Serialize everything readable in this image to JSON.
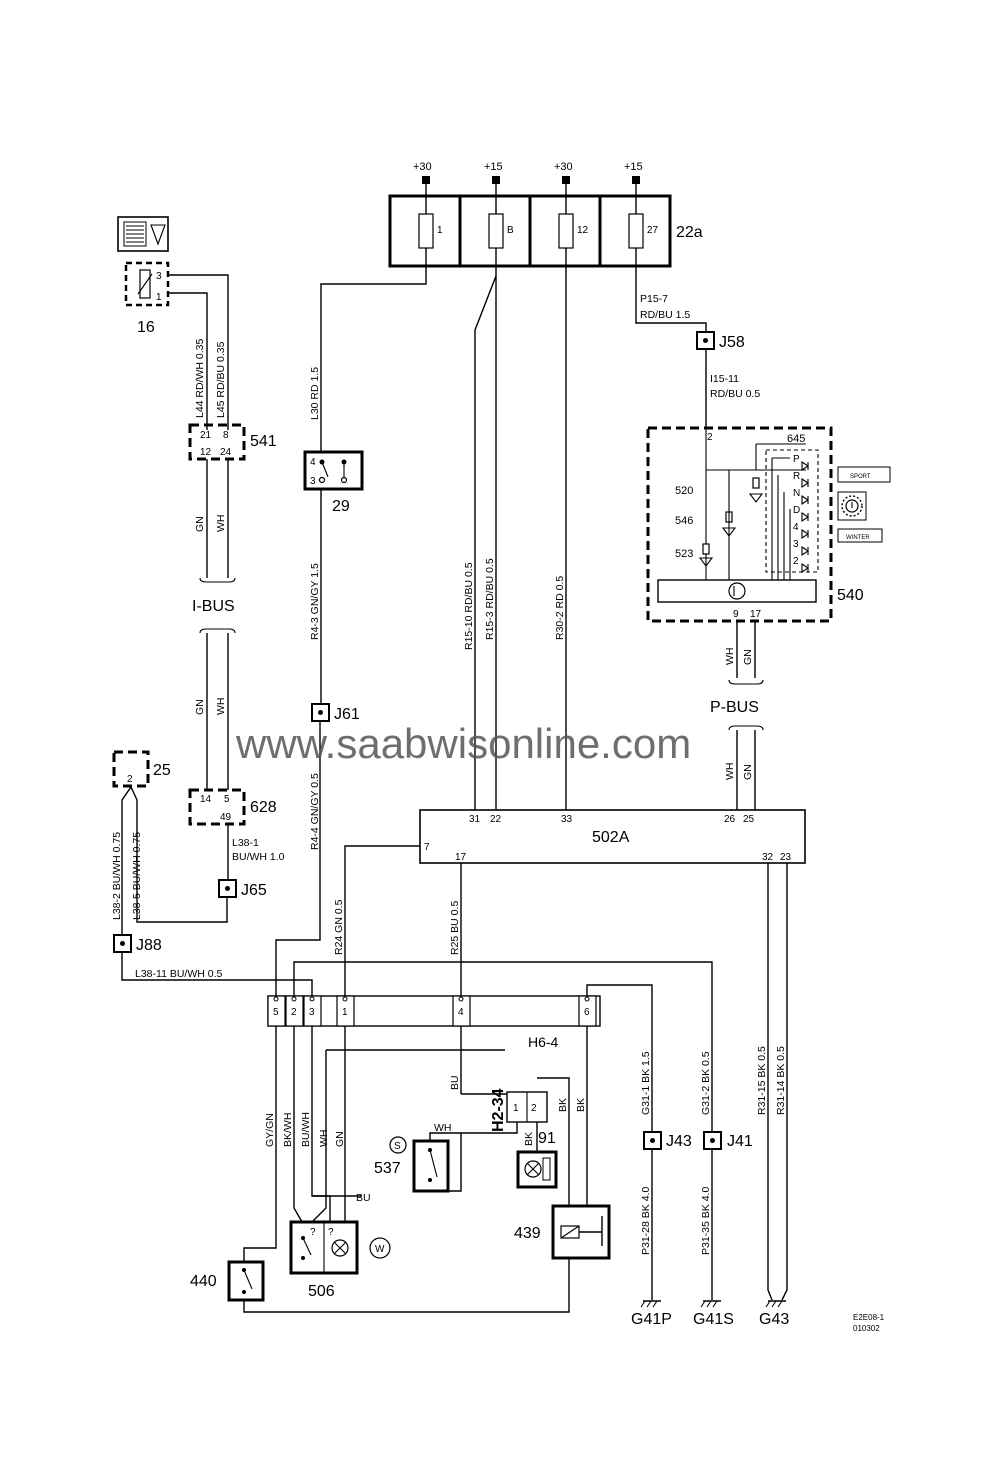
{
  "power": [
    "+30",
    "+15",
    "+30",
    "+15"
  ],
  "fuse_box": {
    "id": "22a",
    "fuses": [
      "1",
      "B",
      "12",
      "27"
    ]
  },
  "components": {
    "c16": "16",
    "c541": "541",
    "c628": "628",
    "c25": "25",
    "c29": "29",
    "c645": "645",
    "c520": "520",
    "c546": "546",
    "c523": "523",
    "c540": "540",
    "c502a": "502A",
    "h6_4": "H6-4",
    "h2_34": "H2-34",
    "c91": "91",
    "c537": "537",
    "c439": "439",
    "c440": "440",
    "c506": "506"
  },
  "junctions": {
    "j58": "J58",
    "j61": "J61",
    "j65": "J65",
    "j88": "J88",
    "j43": "J43",
    "j41": "J41"
  },
  "grounds": {
    "g41p": "G41P",
    "g41s": "G41S",
    "g43": "G43"
  },
  "buses": {
    "ibus": "I-BUS",
    "pbus": "P-BUS"
  },
  "wires": {
    "l44": "L44  RD/WH  0.35",
    "l45": "L45  RD/BU  0.35",
    "gn": "GN",
    "wh": "WH",
    "l30": "L30  RD  1.5",
    "r4_3": "R4-3  GN/GY  1.5",
    "r4_4": "R4-4  GN/GY  0.5",
    "r15_10": "R15-10  RD/BU  0.5",
    "r15_3": "R15-3  RD/BU  0.5",
    "r30_2": "R30-2  RD  0.5",
    "p15_7a": "P15-7",
    "p15_7b": "RD/BU  1.5",
    "i15_11a": "I15-11",
    "i15_11b": "RD/BU  0.5",
    "l38_2": "L38-2  BU/WH  0.75",
    "l38_5": "L38-5  BU/WH  0.75",
    "l38_1a": "L38-1",
    "l38_1b": "BU/WH  1.0",
    "l38_11": "L38-11   BU/WH    0.5",
    "r24": "R24  GN  0.5",
    "r25": "R25  BU  0.5",
    "r31_15": "R31-15  BK  0.5",
    "r31_14": "R31-14  BK  0.5",
    "g31_1": "G31-1  BK  1.5",
    "g31_2": "G31-2  BK  0.5",
    "p31_28": "P31-28  BK  4.0",
    "p31_35": "P31-35  BK  4.0",
    "gywgn": "GY/GN",
    "bkwh": "BK/WH",
    "buwh": "BU/WH",
    "bu": "BU",
    "bk": "BK"
  },
  "pins": {
    "p541": [
      "21",
      "8",
      "12",
      "24"
    ],
    "p628": [
      "14",
      "5",
      "49"
    ],
    "p25": [
      "2"
    ],
    "p29": [
      "4",
      "3"
    ],
    "p16": [
      "3",
      "1"
    ],
    "p540": [
      "2",
      "9",
      "17"
    ],
    "p502a": [
      "31",
      "22",
      "33",
      "26",
      "25",
      "7",
      "17",
      "32",
      "23"
    ],
    "ph6": [
      "5",
      "2",
      "3",
      "1",
      "4",
      "6"
    ],
    "ph2": [
      "1",
      "2"
    ]
  },
  "gear_letters": [
    "P",
    "R",
    "N",
    "D",
    "4",
    "3",
    "2"
  ],
  "panel_labels": {
    "sport": "SPORT",
    "winter": "WINTER"
  },
  "symbols": {
    "s": "S",
    "w": "W",
    "q": "?"
  },
  "watermark": "www.saabwisonline.com",
  "drawing_code": [
    "E2E08-1",
    "010302"
  ]
}
